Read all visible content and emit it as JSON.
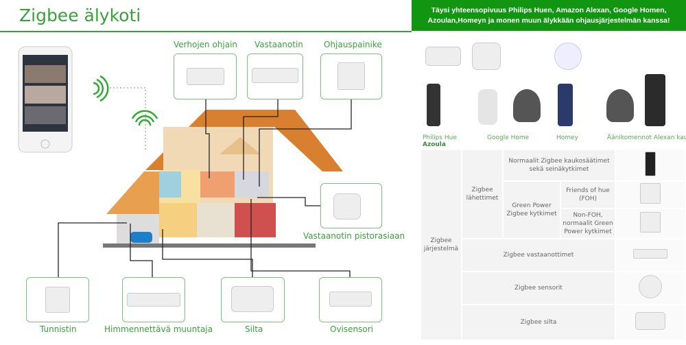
{
  "title": "Zigbee älykoti",
  "banner": {
    "line1": "Täysi yhteensopivuus Philips Huen, Amazon Alexan, Google Homen,",
    "line2": "Azoulan,Homeyn ja monen muun älykkään ohjausjärjestelmän kanssa!"
  },
  "devices": {
    "curtain": "Verhojen ohjain",
    "receiver": "Vastaanotin",
    "button": "Ohjauspainike",
    "plug": "Vastaanotin pistorasiaan",
    "sensor": "Tunnistin",
    "dimmer": "Himmennettävä muuntaja",
    "bridge": "Silta",
    "door": "Ovisensori"
  },
  "platforms": {
    "hue": "Philips Hue",
    "azoula": "Azoula",
    "google": "Google Home",
    "homey": "Homey",
    "alexa": "Äänikomennot Alexan kautta"
  },
  "table": {
    "system": "Zigbee järjestelmä",
    "transmitters": "Zigbee lähettimet",
    "normal": "Normaalit Zigbee kaukosäätimet sekä seinäkytkimet",
    "green_power": "Green Power Zigbee kytkimet",
    "foh": "Friends of hue (FOH)",
    "non_foh": "Non-FOH, normaalit Green Power kytkimet",
    "receivers": "Zigbee vastaanottimet",
    "sensors": "Zigbee sensorit",
    "bridge": "Zigbee silta"
  }
}
